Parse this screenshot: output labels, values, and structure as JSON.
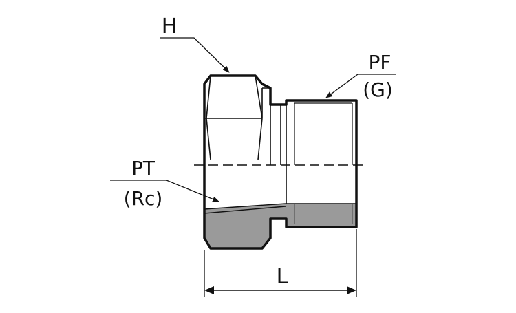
{
  "labels": {
    "hex": "H",
    "outer_thread_line1": "PF",
    "outer_thread_line2": "(G)",
    "inner_thread_line1": "PT",
    "inner_thread_line2": "(Rc)",
    "length": "L"
  },
  "colors": {
    "outline": "#111111",
    "section_fill": "#9a9a9a",
    "background": "#ffffff"
  }
}
